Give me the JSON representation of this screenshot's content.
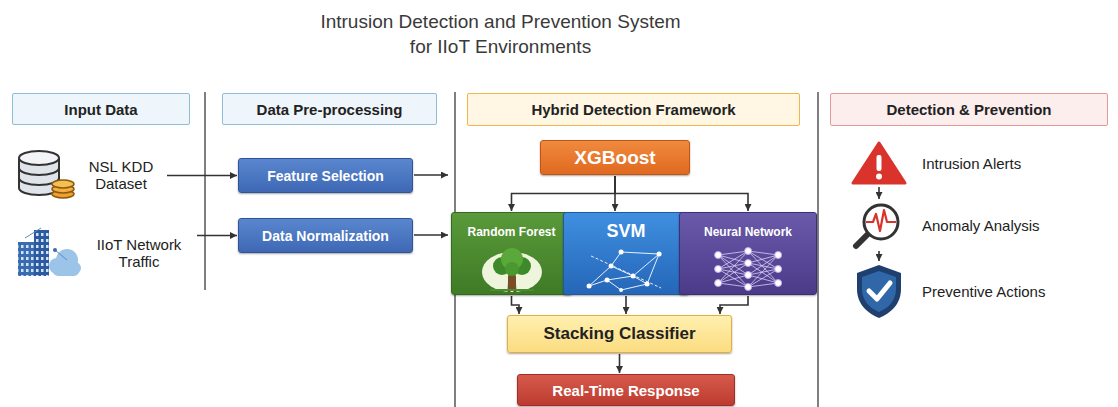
{
  "diagram": {
    "title": "Intrusion Detection and Prevention System for IIoT Environments",
    "nodes": [
      {
        "text": [
          "Input Data"
        ]
      },
      {
        "text": [
          "Data Pre-processing"
        ]
      },
      {
        "text": [
          "Hybrid Detection Framework"
        ]
      },
      {
        "text": [
          "Detection & Prevention"
        ]
      },
      {
        "text": [
          "NSL KDD Dataset"
        ]
      },
      {
        "text": [
          "IIoT Network Traffic"
        ]
      },
      {
        "text": [
          "Feature Selection"
        ]
      },
      {
        "text": [
          "Data Normalization"
        ]
      },
      {
        "text": [
          "XGBoost"
        ]
      },
      {
        "text": [
          "Random Forest"
        ]
      },
      {
        "text": [
          "SVM"
        ]
      },
      {
        "text": [
          "Neural Network"
        ]
      },
      {
        "text": [
          "Stacking Classifier"
        ]
      },
      {
        "text": [
          "Real-Time Response"
        ]
      },
      {
        "text": [
          "Intrusion Alerts"
        ]
      },
      {
        "text": [
          "Anomaly Analysis"
        ]
      },
      {
        "text": [
          "Preventive Actions"
        ]
      }
    ],
    "edges": [
      {
        "from": 4,
        "to": 6,
        "arrow": "to"
      },
      {
        "from": 5,
        "to": 7,
        "arrow": "to"
      },
      {
        "from": 8,
        "to": 9,
        "arrow": "to"
      },
      {
        "from": 8,
        "to": 10,
        "arrow": "to"
      },
      {
        "from": 8,
        "to": 11,
        "arrow": "to"
      },
      {
        "from": 9,
        "to": 12,
        "arrow": "to"
      },
      {
        "from": 10,
        "to": 12,
        "arrow": "to"
      },
      {
        "from": 11,
        "to": 12,
        "arrow": "to"
      },
      {
        "from": 12,
        "to": 13,
        "arrow": "to"
      },
      {
        "from": 14,
        "to": 15,
        "arrow": "to"
      },
      {
        "from": 15,
        "to": 16,
        "arrow": "to"
      }
    ]
  }
}
